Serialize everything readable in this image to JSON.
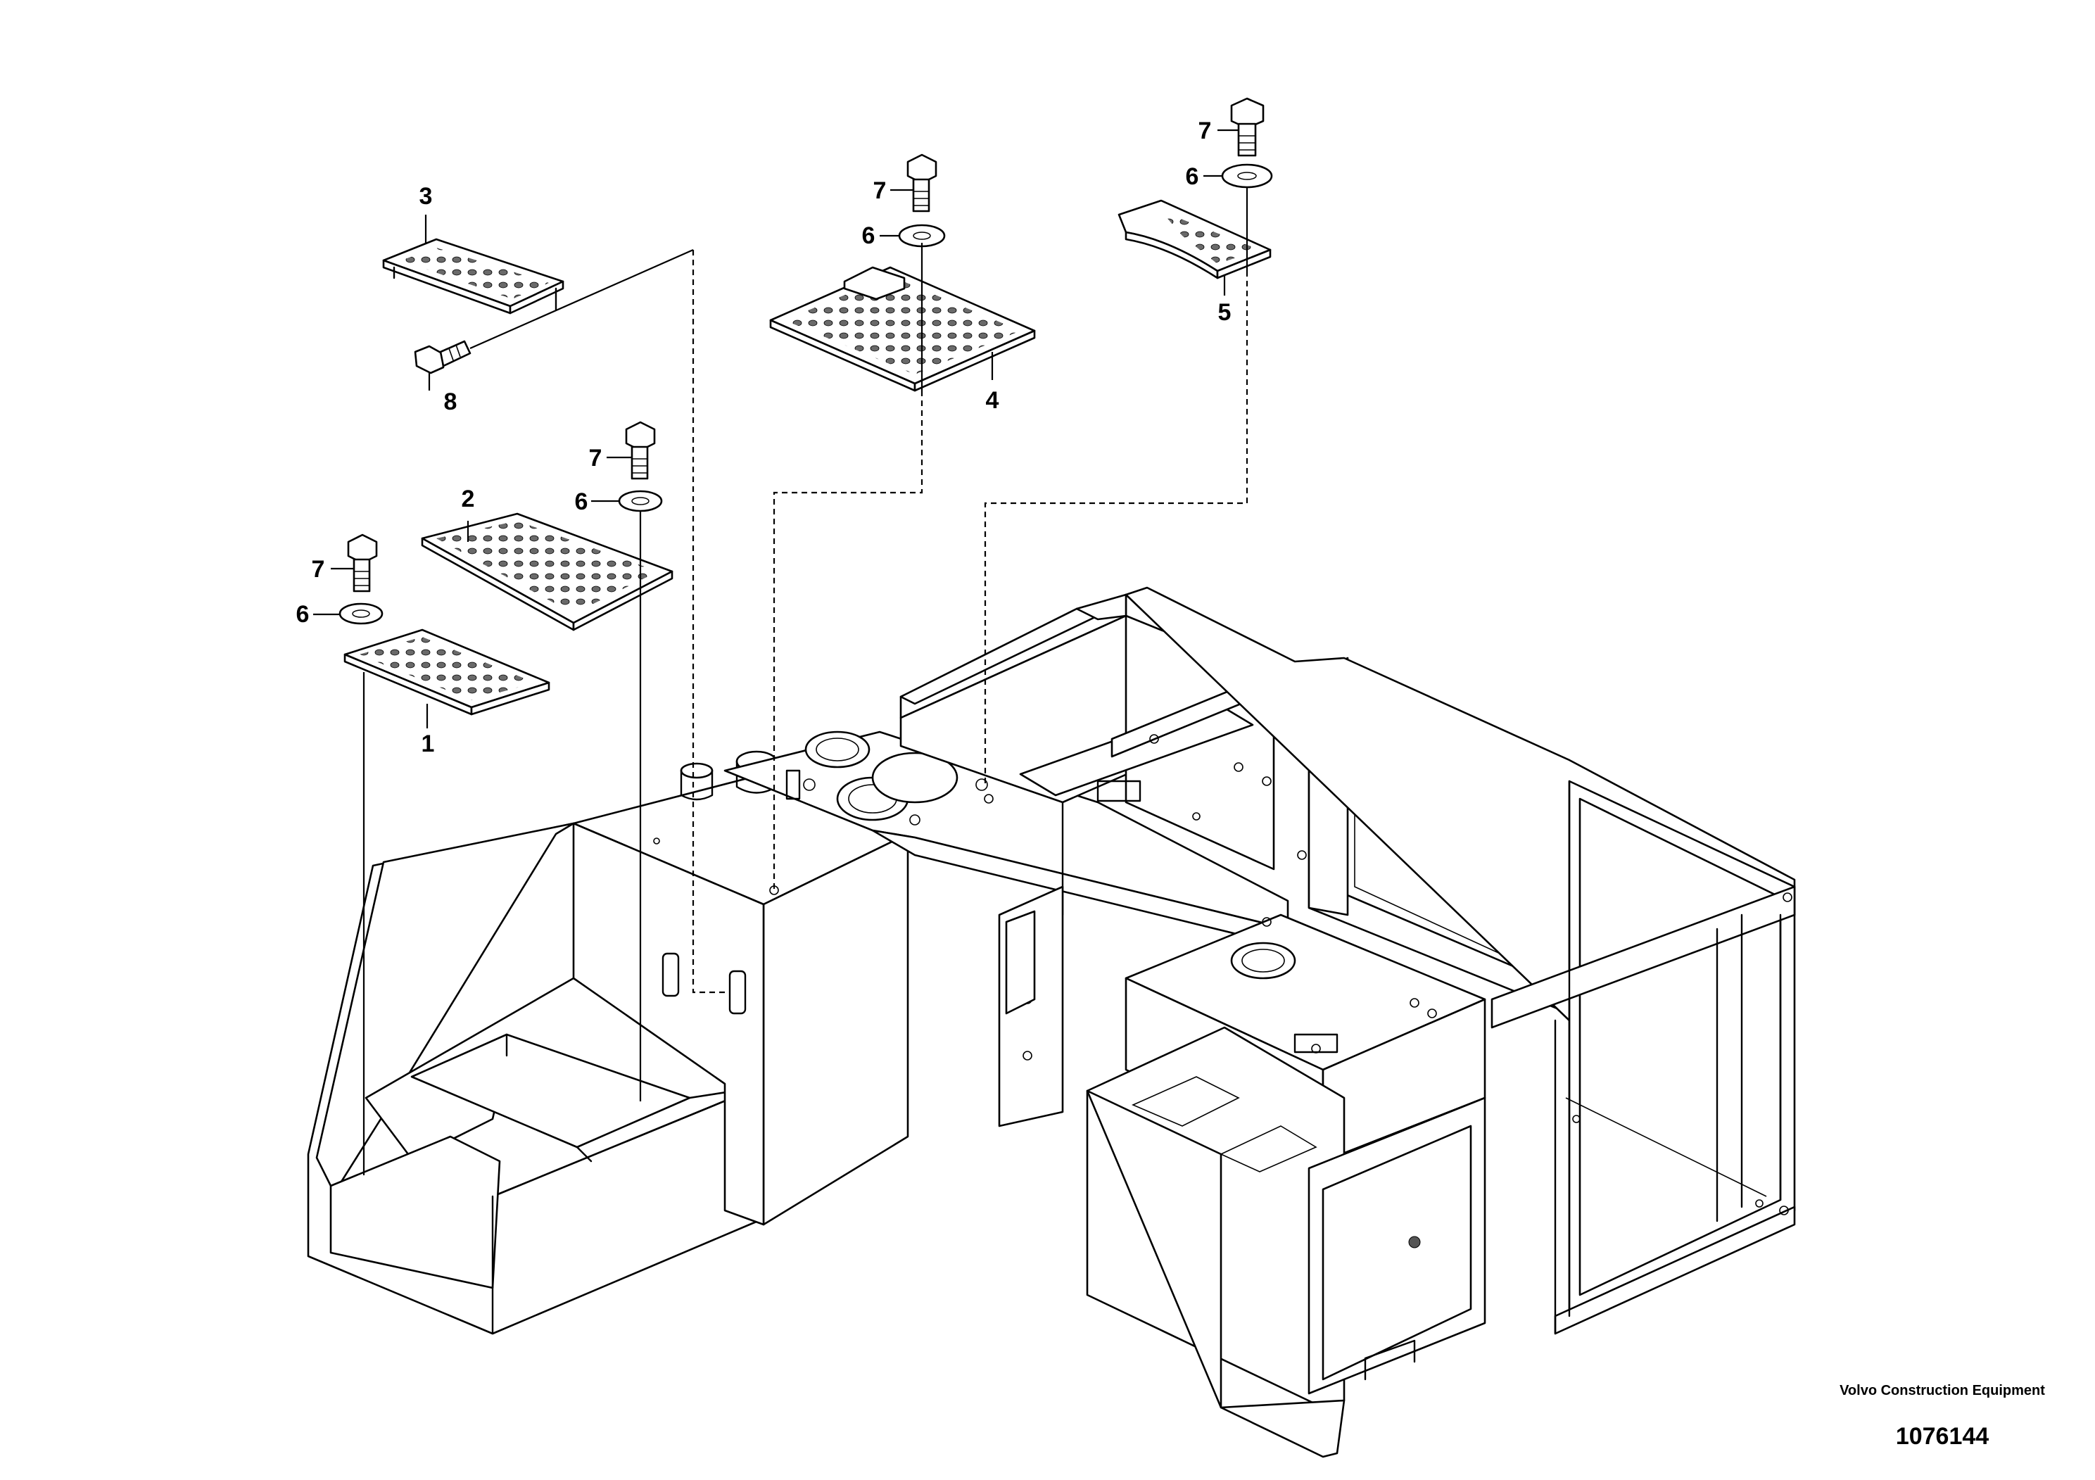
{
  "callouts": {
    "c1": "1",
    "c2": "2",
    "c3": "3",
    "c4": "4",
    "c5": "5",
    "c6a": "6",
    "c6b": "6",
    "c6c": "6",
    "c6d": "6",
    "c7a": "7",
    "c7b": "7",
    "c7c": "7",
    "c7d": "7",
    "c8": "8"
  },
  "footer": {
    "company": "Volvo Construction Equipment",
    "drawing_number": "1076144"
  }
}
